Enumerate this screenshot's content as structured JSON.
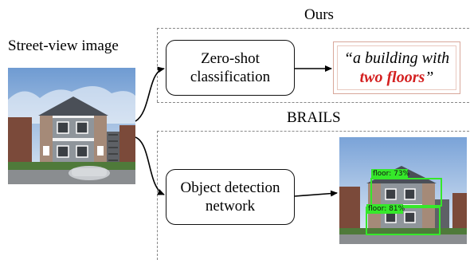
{
  "street_view": {
    "label": "Street-view image"
  },
  "ours": {
    "section_label": "Ours",
    "process": {
      "line1": "Zero-shot",
      "line2": "classification"
    },
    "output": {
      "open_quote": "“a building with",
      "highlight": "two floors",
      "close_quote": "”"
    }
  },
  "brails": {
    "section_label": "BRAILS",
    "process": {
      "line1": "Object detection",
      "line2": "network"
    },
    "detections": [
      {
        "label": "floor: 73%"
      },
      {
        "label": "floor: 81%"
      }
    ]
  },
  "colors": {
    "highlight": "#d42020",
    "detection_box": "#35e82a",
    "quote_border": "#d8a79b"
  }
}
